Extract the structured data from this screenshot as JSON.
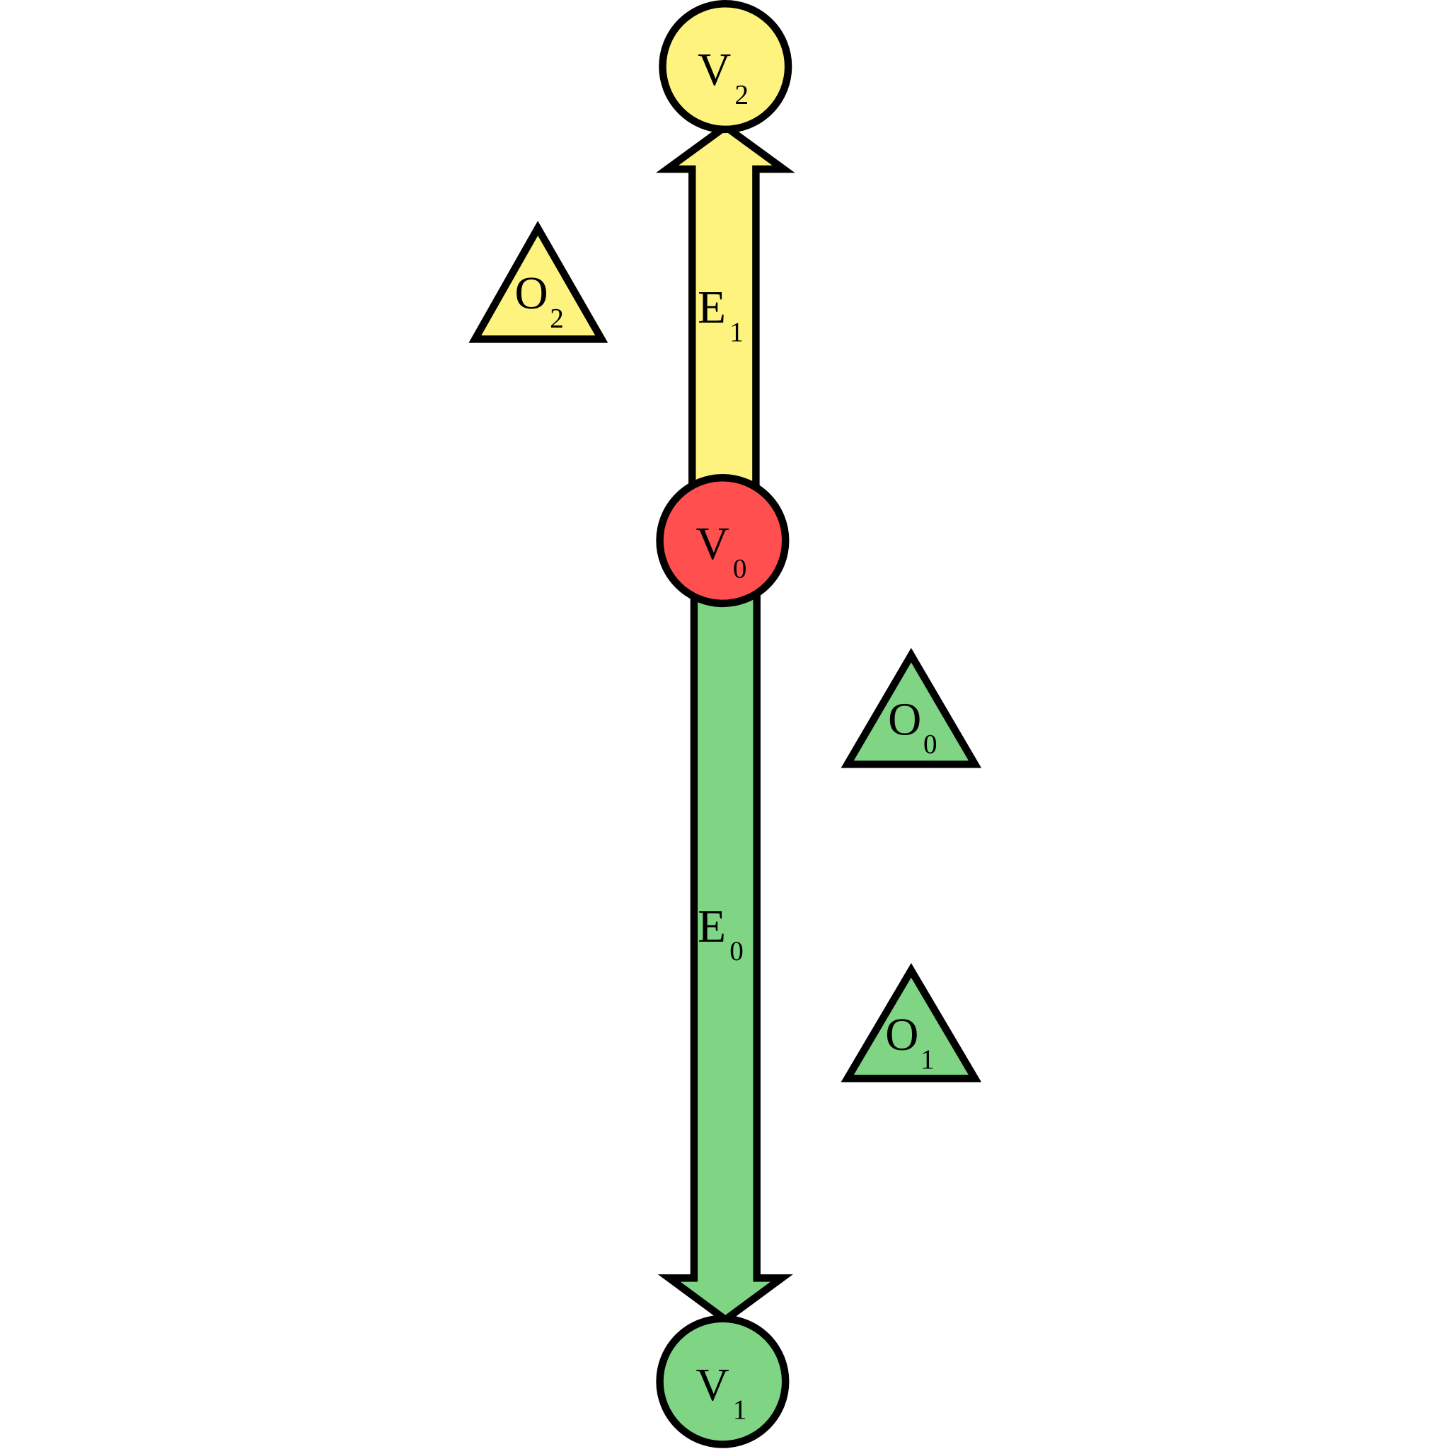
{
  "colors": {
    "yellow": "#FFF380",
    "red": "#FF4F4F",
    "green": "#7FD583",
    "stroke": "#000000"
  },
  "nodes": {
    "v2": {
      "letter": "V",
      "sub": "2"
    },
    "v0": {
      "letter": "V",
      "sub": "0"
    },
    "v1": {
      "letter": "V",
      "sub": "1"
    }
  },
  "edges": {
    "e1": {
      "letter": "E",
      "sub": "1"
    },
    "e0": {
      "letter": "E",
      "sub": "0"
    }
  },
  "objects": {
    "o2": {
      "letter": "O",
      "sub": "2"
    },
    "o0": {
      "letter": "O",
      "sub": "0"
    },
    "o1": {
      "letter": "O",
      "sub": "1"
    }
  }
}
